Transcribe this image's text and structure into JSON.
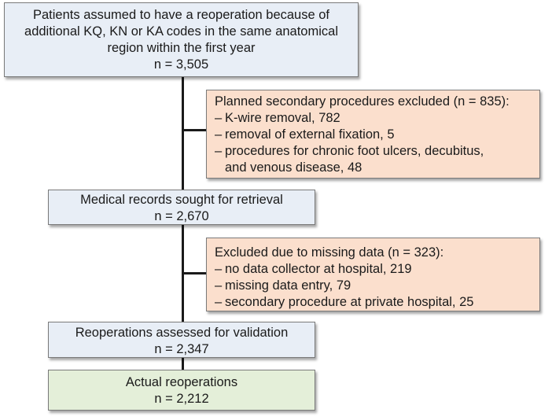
{
  "boxes": {
    "start": {
      "lines": [
        "Patients assumed to have a reoperation because of",
        "additional KQ, KN or KA codes in the same anatomical",
        "region within the first year"
      ],
      "count": "n = 3,505"
    },
    "exclusion1": {
      "title": "Planned secondary procedures excluded (n = 835):",
      "items": [
        "K-wire removal, 782",
        "removal of external fixation, 5",
        "procedures for chronic foot ulcers, decubitus,"
      ],
      "item3_cont": "and venous disease, 48"
    },
    "retrieval": {
      "title": "Medical records sought for retrieval",
      "count": "n = 2,670"
    },
    "exclusion2": {
      "title": "Excluded due to missing data (n = 323):",
      "items": [
        "no data collector at hospital, 219",
        "missing data entry, 79",
        "secondary procedure at private hospital, 25"
      ]
    },
    "validation": {
      "title": "Reoperations assessed for validation",
      "count": "n = 2,347"
    },
    "actual": {
      "title": "Actual reoperations",
      "count": "n = 2,212"
    }
  },
  "bullet": "–",
  "colors": {
    "main_box": "#e8eef6",
    "exclusion_box": "#fbdfcd",
    "final_box": "#e4efd9",
    "line": "#1a1a1a"
  }
}
